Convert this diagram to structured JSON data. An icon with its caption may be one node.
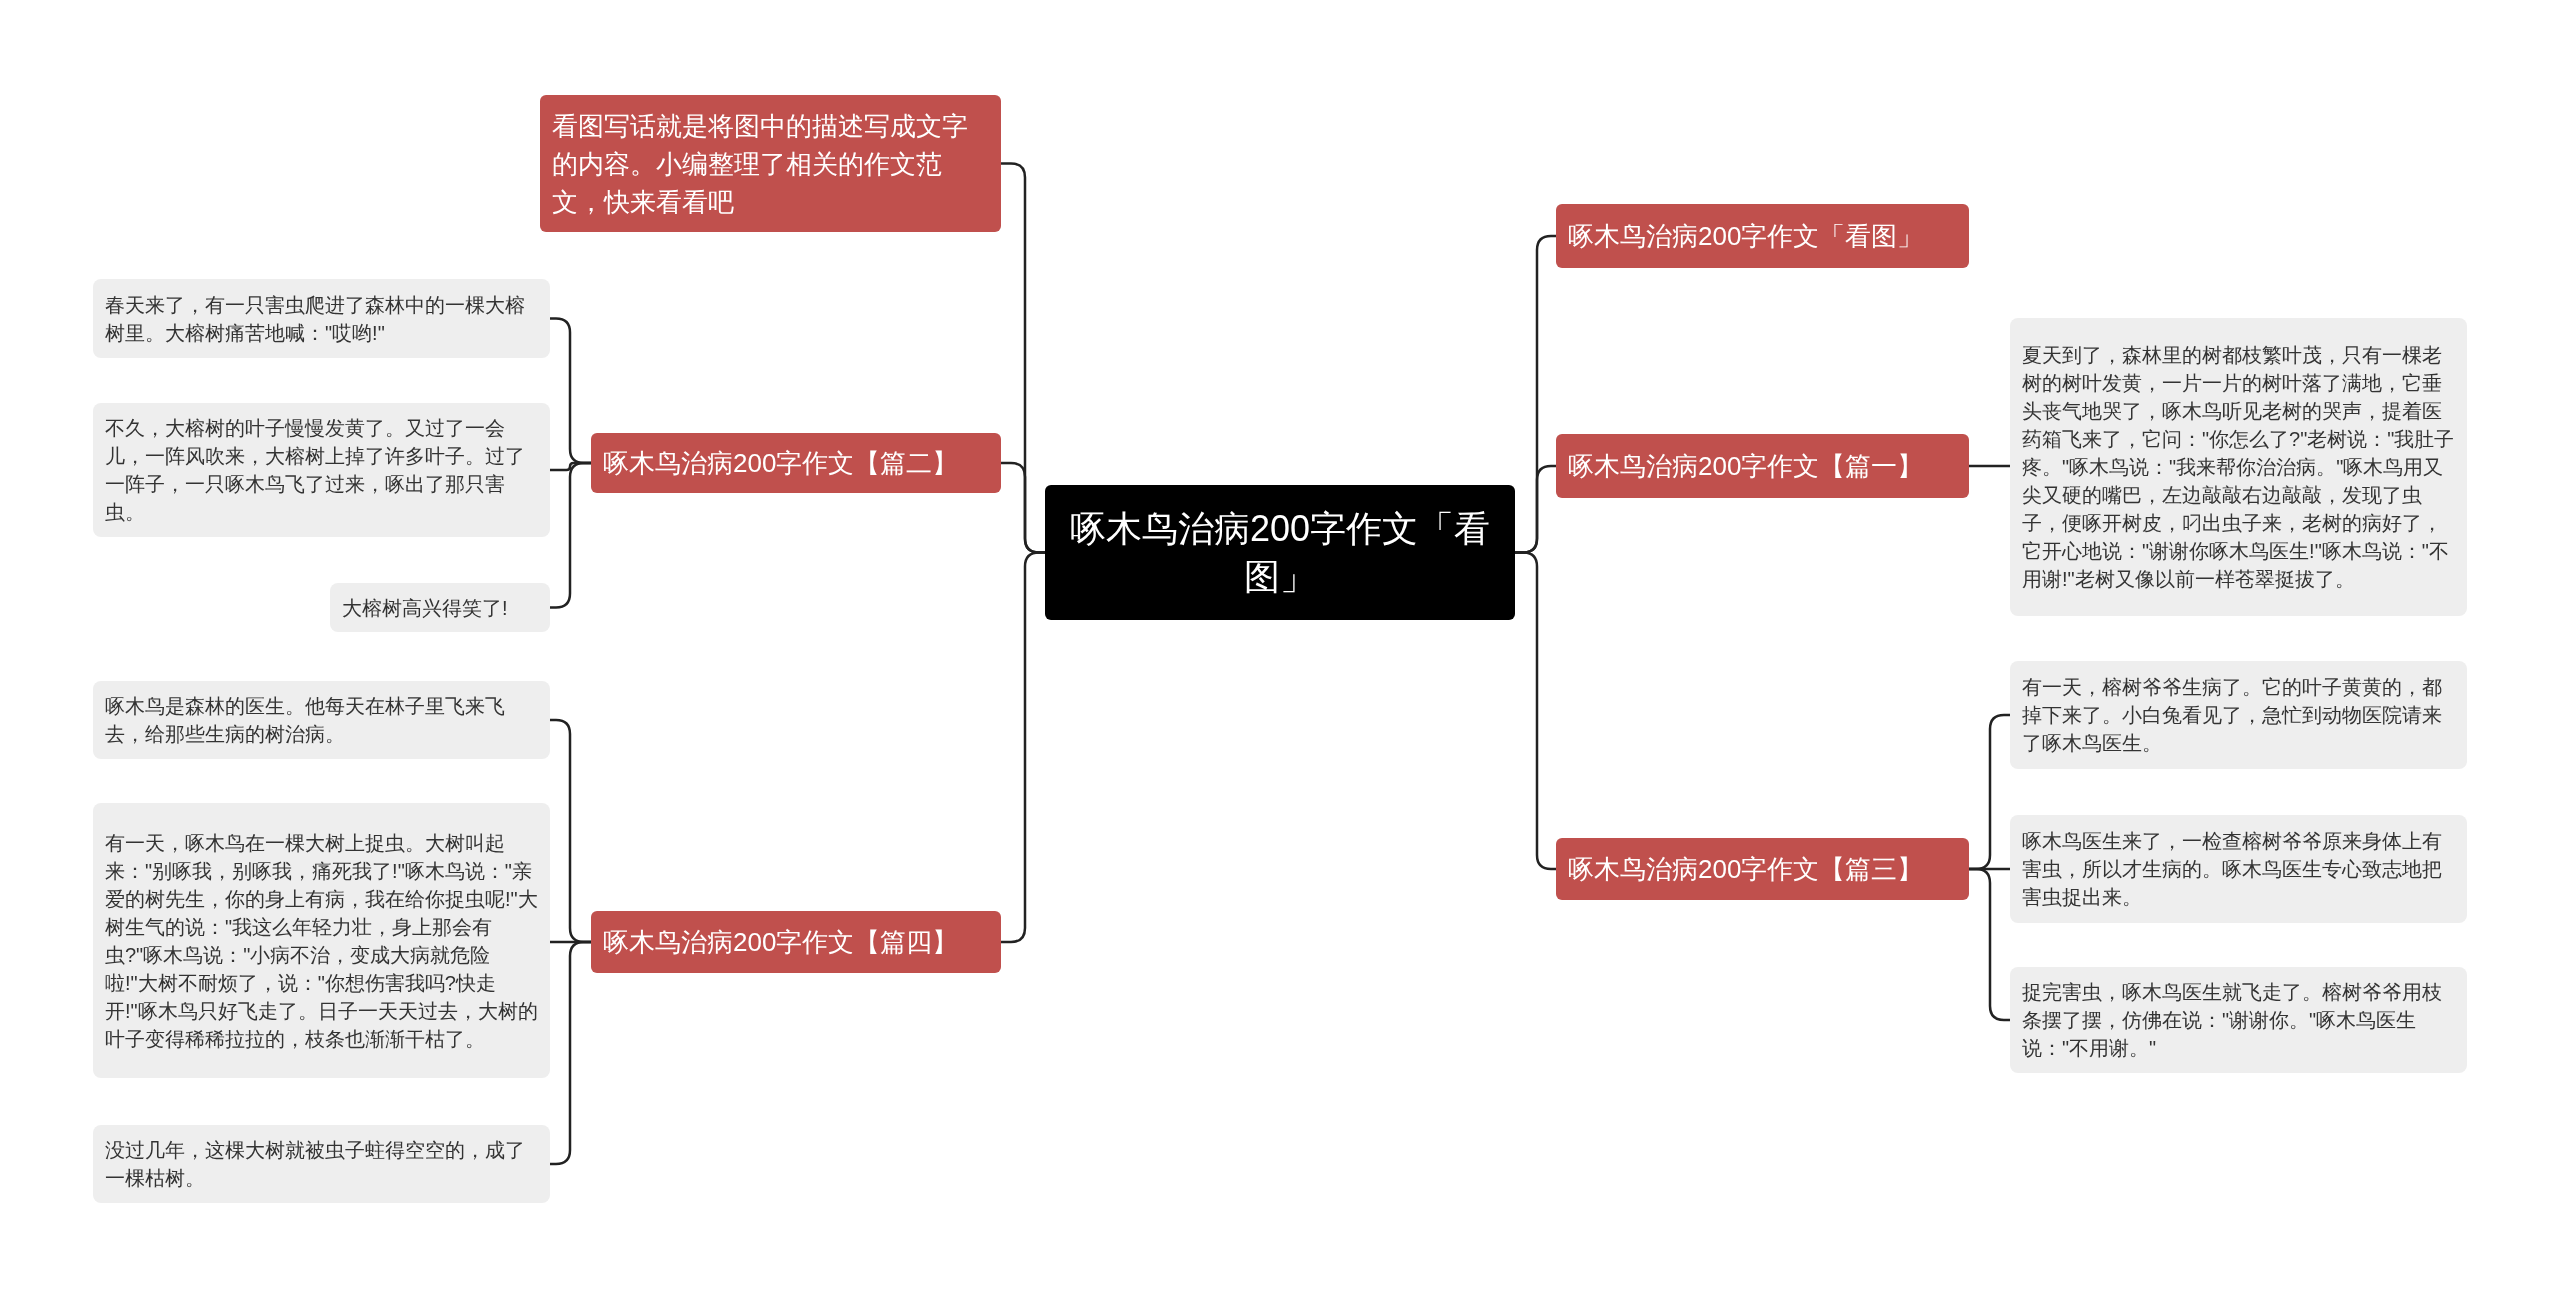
{
  "diagram": {
    "nodes": [
      {
        "text": [
          "啄木鸟治病200字作文「看图」"
        ]
      },
      {
        "text": [
          "看图写话就是将图中的描述写成文字的内容。小编整理了相关的作文范文，快来看看吧"
        ]
      },
      {
        "text": [
          "啄木鸟治病200字作文【篇二】"
        ]
      },
      {
        "text": [
          "春天来了，有一只害虫爬进了森林中的一棵大榕树里。大榕树痛苦地喊：\"哎哟!\""
        ]
      },
      {
        "text": [
          "不久，大榕树的叶子慢慢发黄了。又过了一会儿，一阵风吹来，大榕树上掉了许多叶子。过了一阵子，一只啄木鸟飞了过来，啄出了那只害虫。"
        ]
      },
      {
        "text": [
          "大榕树高兴得笑了!"
        ]
      },
      {
        "text": [
          "啄木鸟治病200字作文【篇四】"
        ]
      },
      {
        "text": [
          "啄木鸟是森林的医生。他每天在林子里飞来飞去，给那些生病的树治病。"
        ]
      },
      {
        "text": [
          "有一天，啄木鸟在一棵大树上捉虫。大树叫起来：\"别啄我，别啄我，痛死我了!\"啄木鸟说：\"亲爱的树先生，你的身上有病，我在给你捉虫呢!\"大树生气的说：\"我这么年轻力壮，身上那会有虫?\"啄木鸟说：\"小病不治，变成大病就危险啦!\"大树不耐烦了，说：\"你想伤害我吗?快走开!\"啄木鸟只好飞走了。日子一天天过去，大树的叶子变得稀稀拉拉的，枝条也渐渐干枯了。"
        ]
      },
      {
        "text": [
          "没过几年，这棵大树就被虫子蛀得空空的，成了一棵枯树。"
        ]
      },
      {
        "text": [
          "啄木鸟治病200字作文「看图」"
        ]
      },
      {
        "text": [
          "啄木鸟治病200字作文【篇一】"
        ]
      },
      {
        "text": [
          "夏天到了，森林里的树都枝繁叶茂，只有一棵老树的树叶发黄，一片一片的树叶落了满地，它垂头丧气地哭了，啄木鸟听见老树的哭声，提着医药箱飞来了，它问：\"你怎么了?\"老树说：\"我肚子疼。\"啄木鸟说：\"我来帮你治治病。\"啄木鸟用又尖又硬的嘴巴，左边敲敲右边敲敲，发现了虫子，便啄开树皮，叼出虫子来，老树的病好了，它开心地说：\"谢谢你啄木鸟医生!\"啄木鸟说：\"不用谢!\"老树又像以前一样苍翠挺拔了。"
        ]
      },
      {
        "text": [
          "啄木鸟治病200字作文【篇三】"
        ]
      },
      {
        "text": [
          "有一天，榕树爷爷生病了。它的叶子黄黄的，都掉下来了。小白兔看见了，急忙到动物医院请来了啄木鸟医生。"
        ]
      },
      {
        "text": [
          "啄木鸟医生来了，一检查榕树爷爷原来身体上有害虫，所以才生病的。啄木鸟医生专心致志地把害虫捉出来。"
        ]
      },
      {
        "text": [
          "捉完害虫，啄木鸟医生就飞走了。榕树爷爷用枝条摆了摆，仿佛在说：\"谢谢你。\"啄木鸟医生说：\"不用谢。\""
        ]
      }
    ],
    "edges": [
      {
        "from": 0,
        "to": 1,
        "arrow": "none"
      },
      {
        "from": 0,
        "to": 2,
        "arrow": "none"
      },
      {
        "from": 2,
        "to": 3,
        "arrow": "none"
      },
      {
        "from": 2,
        "to": 4,
        "arrow": "none"
      },
      {
        "from": 2,
        "to": 5,
        "arrow": "none"
      },
      {
        "from": 0,
        "to": 6,
        "arrow": "none"
      },
      {
        "from": 6,
        "to": 7,
        "arrow": "none"
      },
      {
        "from": 6,
        "to": 8,
        "arrow": "none"
      },
      {
        "from": 6,
        "to": 9,
        "arrow": "none"
      },
      {
        "from": 0,
        "to": 10,
        "arrow": "none"
      },
      {
        "from": 0,
        "to": 11,
        "arrow": "none"
      },
      {
        "from": 11,
        "to": 12,
        "arrow": "none"
      },
      {
        "from": 0,
        "to": 13,
        "arrow": "none"
      },
      {
        "from": 13,
        "to": 14,
        "arrow": "none"
      },
      {
        "from": 13,
        "to": 15,
        "arrow": "none"
      },
      {
        "from": 13,
        "to": 16,
        "arrow": "none"
      }
    ]
  }
}
